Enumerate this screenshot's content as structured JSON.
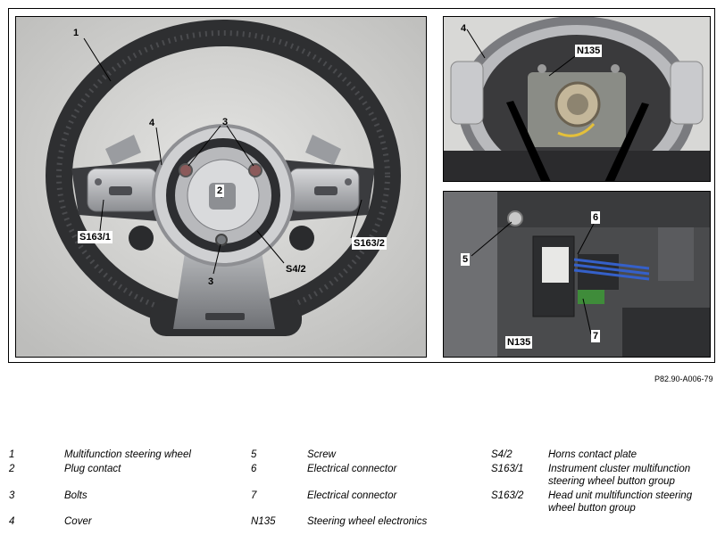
{
  "figure_ref": "P82.90-A006-79",
  "callouts": {
    "wheel": "1",
    "bolts_top": "3",
    "plug": "2",
    "bolts_bottom": "3",
    "cover_left": "4",
    "s163_1": "S163/1",
    "s163_2": "S163/2",
    "s4_2": "S4/2",
    "cover_right": "4",
    "n135_top": "N135",
    "connector_6": "6",
    "screw_5": "5",
    "connector_7": "7",
    "n135_bottom": "N135"
  },
  "legend": [
    {
      "key": "1",
      "text": "Multifunction steering wheel"
    },
    {
      "key": "2",
      "text": "Plug contact"
    },
    {
      "key": "3",
      "text": "Bolts"
    },
    {
      "key": "4",
      "text": "Cover"
    },
    {
      "key": "5",
      "text": "Screw"
    },
    {
      "key": "6",
      "text": "Electrical connector"
    },
    {
      "key": "7",
      "text": "Electrical connector"
    },
    {
      "key": "N135",
      "text": "Steering wheel electronics"
    },
    {
      "key": "S4/2",
      "text": "Horns contact plate"
    },
    {
      "key": "S163/1",
      "text": "Instrument cluster multifunction steering wheel button group"
    },
    {
      "key": "S163/2",
      "text": "Head unit multifunction steering wheel button group"
    }
  ]
}
